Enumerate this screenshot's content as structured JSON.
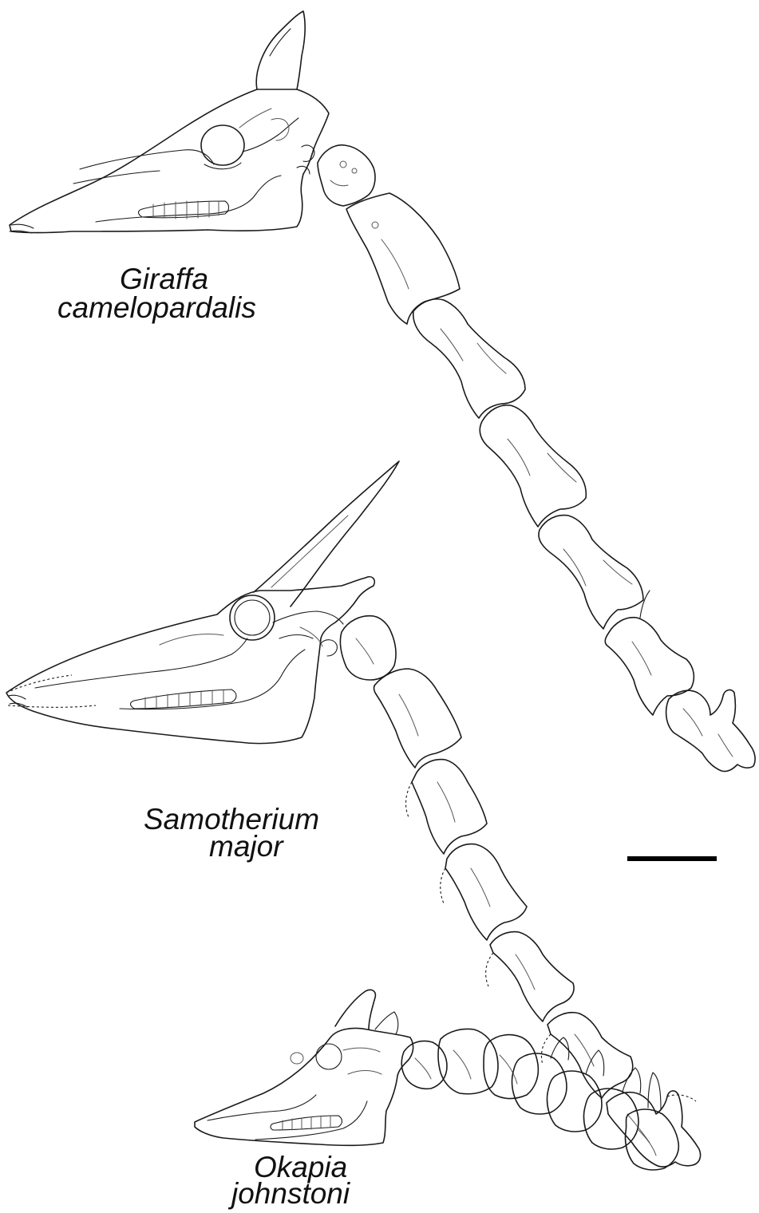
{
  "labels": {
    "giraffa": {
      "line1": "Giraffa",
      "line2": "camelopardalis"
    },
    "samotherium": {
      "line1": "Samotherium",
      "line2": "major"
    },
    "okapia": {
      "line1": "Okapia",
      "line2": "johnstoni"
    }
  },
  "colors": {
    "ink": "#1a1a1a",
    "background": "#ffffff",
    "scale_bar": "#000000"
  }
}
